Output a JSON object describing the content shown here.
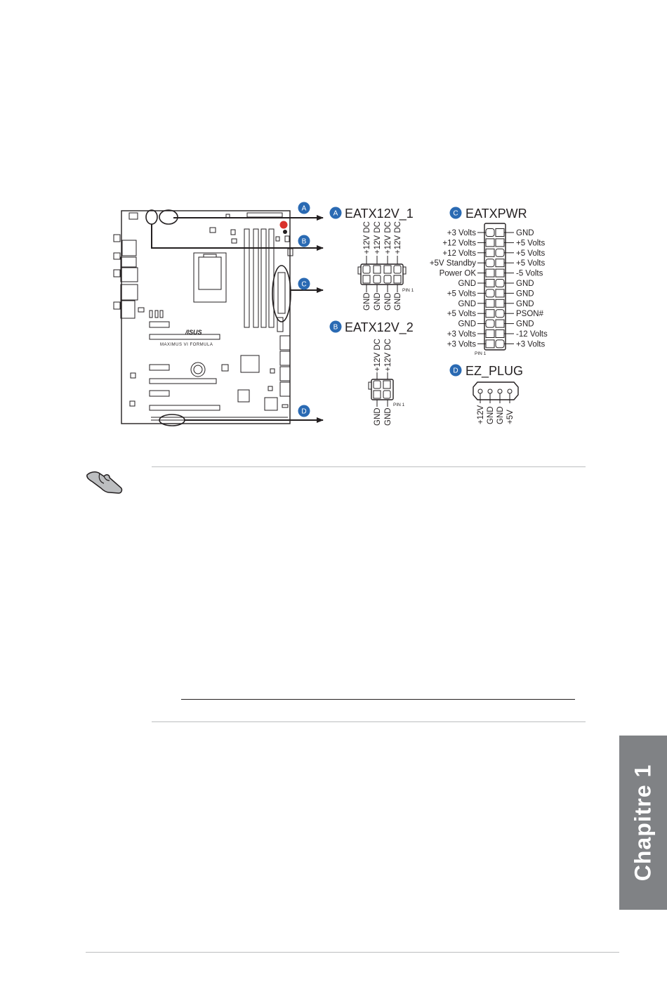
{
  "diagram": {
    "brand_logo": "/ISUS",
    "board_name": "MAXIMUS VI FORMULA",
    "markers": [
      "A",
      "B",
      "C",
      "D"
    ],
    "eatx12v_1": {
      "title": "EATX12V_1",
      "top_labels": [
        "+12V DC",
        "+12V DC",
        "+12V DC",
        "+12V DC"
      ],
      "bottom_labels": [
        "GND",
        "GND",
        "GND",
        "GND"
      ],
      "pin1": "PIN 1"
    },
    "eatx12v_2": {
      "title": "EATX12V_2",
      "top_labels": [
        "+12V DC",
        "+12V DC"
      ],
      "bottom_labels": [
        "GND",
        "GND"
      ],
      "pin1": "PIN 1"
    },
    "eatxpwr": {
      "title": "EATXPWR",
      "left_labels": [
        "+3 Volts",
        "+12 Volts",
        "+12 Volts",
        "+5V Standby",
        "Power OK",
        "GND",
        "+5 Volts",
        "GND",
        "+5 Volts",
        "GND",
        "+3 Volts",
        "+3 Volts"
      ],
      "right_labels": [
        "GND",
        "+5 Volts",
        "+5 Volts",
        "+5 Volts",
        "-5 Volts",
        "GND",
        "GND",
        "GND",
        "PSON#",
        "GND",
        "-12 Volts",
        "+3 Volts"
      ],
      "pin1": "PIN 1"
    },
    "ez_plug": {
      "title": "EZ_PLUG",
      "labels": [
        "+12V",
        "GND",
        "GND",
        "+5V"
      ]
    }
  },
  "sidebar_tab": "Chapitre 1",
  "colors": {
    "marker_blue": "#2a6ab3",
    "tab_gray": "#808285",
    "highlight_red": "#d9312b"
  }
}
